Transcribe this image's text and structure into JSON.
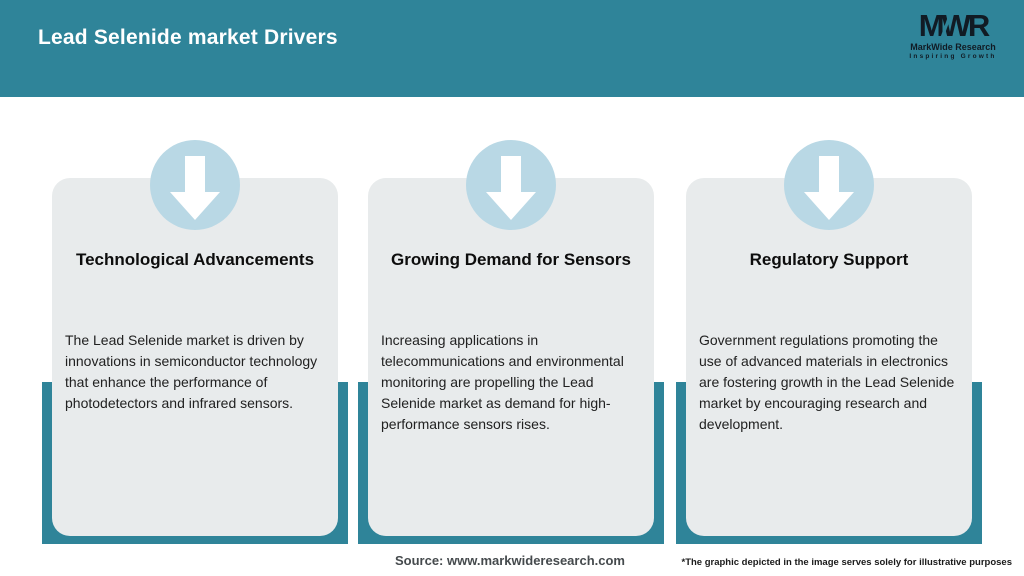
{
  "header": {
    "title": "Lead Selenide market Drivers",
    "logo": {
      "monogram": "MWR",
      "name": "MarkWide Research",
      "tagline": "Inspiring Growth"
    }
  },
  "cards": [
    {
      "icon": "down-arrow-icon",
      "title": "Technological Advancements",
      "description": "The Lead Selenide market is driven by innovations in semiconductor technology that enhance the performance of photodetectors and infrared sensors."
    },
    {
      "icon": "down-arrow-icon",
      "title": "Growing Demand for Sensors",
      "description": "Increasing applications in telecommunications and environmental monitoring are propelling the Lead Selenide market as demand for high-performance sensors rises."
    },
    {
      "icon": "down-arrow-icon",
      "title": "Regulatory Support",
      "description": "Government regulations promoting the use of advanced materials in electronics are fostering growth in the Lead Selenide market by encouraging research and development."
    }
  ],
  "footer": {
    "source": "Source: www.markwideresearch.com",
    "disclaimer": "*The graphic depicted in the image serves solely for illustrative purposes"
  },
  "colors": {
    "header_teal": "#2f8499",
    "card_background": "#e8ebec",
    "circle_blue": "#b9d8e5",
    "arrow_white": "#ffffff",
    "logo_dark": "#111b24"
  }
}
